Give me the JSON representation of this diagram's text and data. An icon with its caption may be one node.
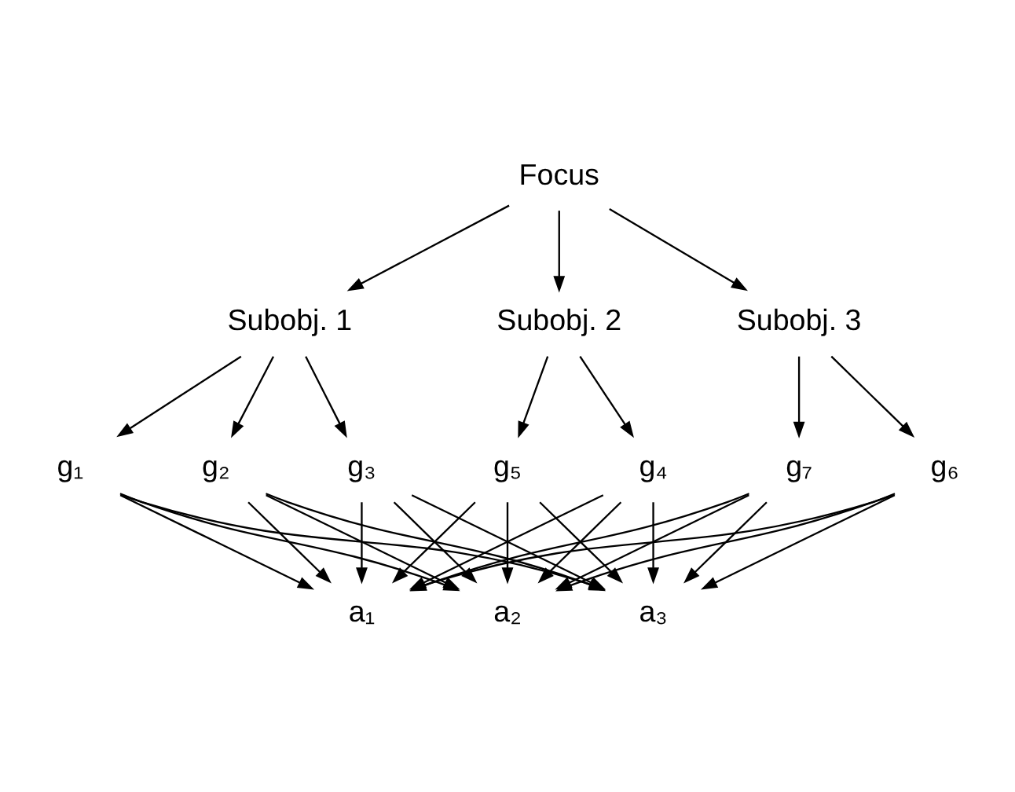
{
  "diagram": {
    "nodes": [
      {
        "text": [
          "Focus"
        ]
      },
      {
        "text": [
          "Subobj. 1"
        ]
      },
      {
        "text": [
          "Subobj. 2"
        ]
      },
      {
        "text": [
          "Subobj. 3"
        ]
      },
      {
        "text": [
          "g₁"
        ]
      },
      {
        "text": [
          "g₂"
        ]
      },
      {
        "text": [
          "g₃"
        ]
      },
      {
        "text": [
          "g₄"
        ]
      },
      {
        "text": [
          "g₅"
        ]
      },
      {
        "text": [
          "g₆"
        ]
      },
      {
        "text": [
          "g₇"
        ]
      },
      {
        "text": [
          "a₁"
        ]
      },
      {
        "text": [
          "a₂"
        ]
      },
      {
        "text": [
          "a₃"
        ]
      }
    ],
    "edges": [
      {
        "from": 0,
        "to": 1,
        "arrow": "to"
      },
      {
        "from": 0,
        "to": 2,
        "arrow": "to"
      },
      {
        "from": 0,
        "to": 3,
        "arrow": "to"
      },
      {
        "from": 1,
        "to": 4,
        "arrow": "to"
      },
      {
        "from": 1,
        "to": 5,
        "arrow": "to"
      },
      {
        "from": 1,
        "to": 6,
        "arrow": "to"
      },
      {
        "from": 2,
        "to": 7,
        "arrow": "to"
      },
      {
        "from": 2,
        "to": 8,
        "arrow": "to"
      },
      {
        "from": 3,
        "to": 9,
        "arrow": "to"
      },
      {
        "from": 3,
        "to": 10,
        "arrow": "to"
      },
      {
        "from": 4,
        "to": 11,
        "arrow": "to"
      },
      {
        "from": 4,
        "to": 12,
        "arrow": "to"
      },
      {
        "from": 4,
        "to": 13,
        "arrow": "to"
      },
      {
        "from": 5,
        "to": 11,
        "arrow": "to"
      },
      {
        "from": 5,
        "to": 12,
        "arrow": "to"
      },
      {
        "from": 5,
        "to": 13,
        "arrow": "to"
      },
      {
        "from": 6,
        "to": 11,
        "arrow": "to"
      },
      {
        "from": 6,
        "to": 12,
        "arrow": "to"
      },
      {
        "from": 6,
        "to": 13,
        "arrow": "to"
      },
      {
        "from": 7,
        "to": 11,
        "arrow": "to"
      },
      {
        "from": 7,
        "to": 12,
        "arrow": "to"
      },
      {
        "from": 7,
        "to": 13,
        "arrow": "to"
      },
      {
        "from": 8,
        "to": 11,
        "arrow": "to"
      },
      {
        "from": 8,
        "to": 12,
        "arrow": "to"
      },
      {
        "from": 8,
        "to": 13,
        "arrow": "to"
      },
      {
        "from": 9,
        "to": 11,
        "arrow": "to"
      },
      {
        "from": 9,
        "to": 12,
        "arrow": "to"
      },
      {
        "from": 9,
        "to": 13,
        "arrow": "to"
      },
      {
        "from": 10,
        "to": 11,
        "arrow": "to"
      },
      {
        "from": 10,
        "to": 12,
        "arrow": "to"
      },
      {
        "from": 10,
        "to": 13,
        "arrow": "to"
      }
    ]
  }
}
